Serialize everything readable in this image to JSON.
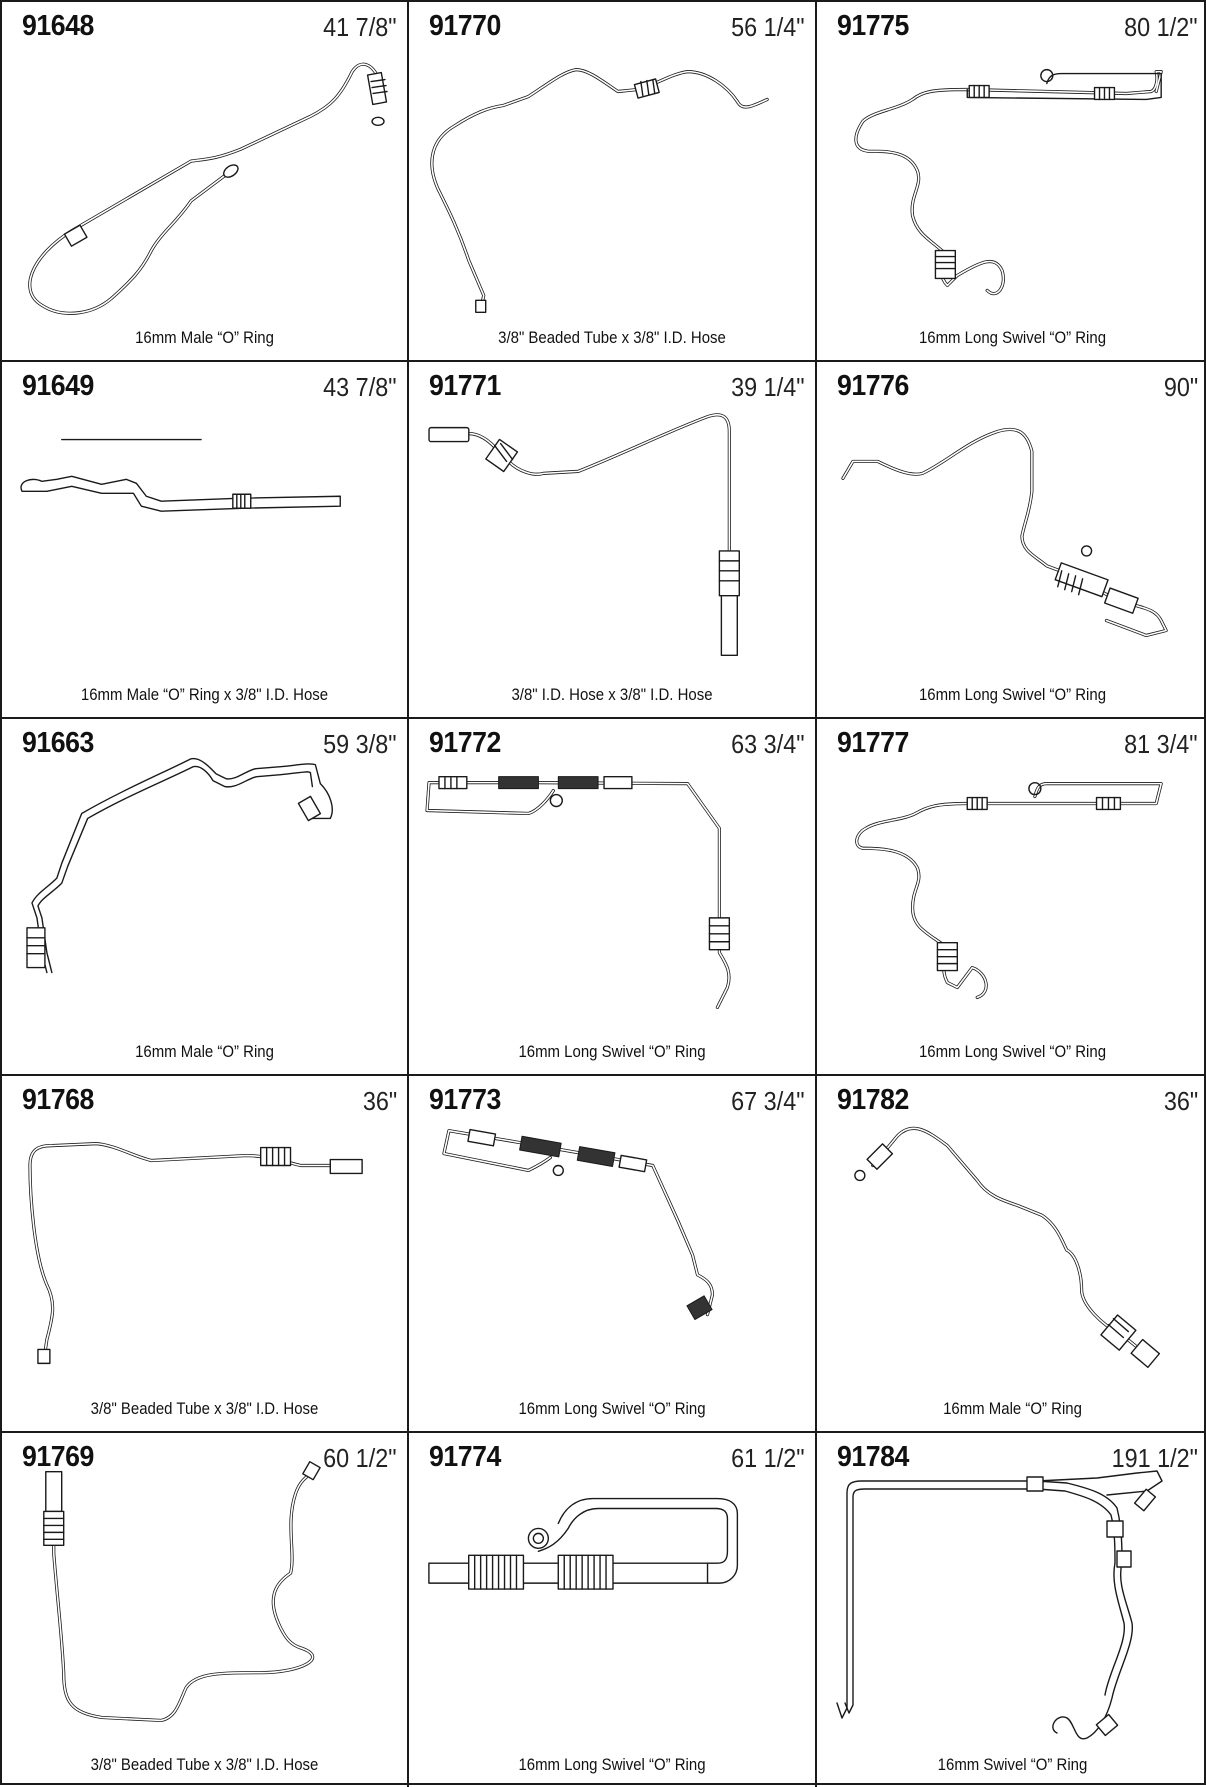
{
  "parts": [
    {
      "id": "91648",
      "length": "41 7/8\"",
      "desc": "16mm Male “O” Ring"
    },
    {
      "id": "91770",
      "length": "56 1/4\"",
      "desc": "3/8\" Beaded Tube x 3/8\" I.D. Hose"
    },
    {
      "id": "91775",
      "length": "80 1/2\"",
      "desc": "16mm Long Swivel “O” Ring"
    },
    {
      "id": "91649",
      "length": "43 7/8\"",
      "desc": "16mm Male “O” Ring x 3/8\" I.D. Hose"
    },
    {
      "id": "91771",
      "length": "39 1/4\"",
      "desc": "3/8\" I.D. Hose x 3/8\" I.D. Hose"
    },
    {
      "id": "91776",
      "length": "90\"",
      "desc": "16mm Long Swivel “O” Ring"
    },
    {
      "id": "91663",
      "length": "59 3/8\"",
      "desc": "16mm Male “O” Ring"
    },
    {
      "id": "91772",
      "length": "63 3/4\"",
      "desc": "16mm Long Swivel “O” Ring"
    },
    {
      "id": "91777",
      "length": "81 3/4\"",
      "desc": "16mm Long Swivel “O” Ring"
    },
    {
      "id": "91768",
      "length": "36\"",
      "desc": "3/8\" Beaded Tube x 3/8\" I.D. Hose"
    },
    {
      "id": "91773",
      "length": "67 3/4\"",
      "desc": "16mm Long Swivel “O” Ring"
    },
    {
      "id": "91782",
      "length": "36\"",
      "desc": "16mm Male “O” Ring"
    },
    {
      "id": "91769",
      "length": "60 1/2\"",
      "desc": "3/8\" Beaded Tube x 3/8\" I.D. Hose"
    },
    {
      "id": "91774",
      "length": "61 1/2\"",
      "desc": "16mm Long Swivel “O” Ring"
    },
    {
      "id": "91784",
      "length": "191 1/2\"",
      "desc": "16mm Swivel “O” Ring"
    }
  ]
}
